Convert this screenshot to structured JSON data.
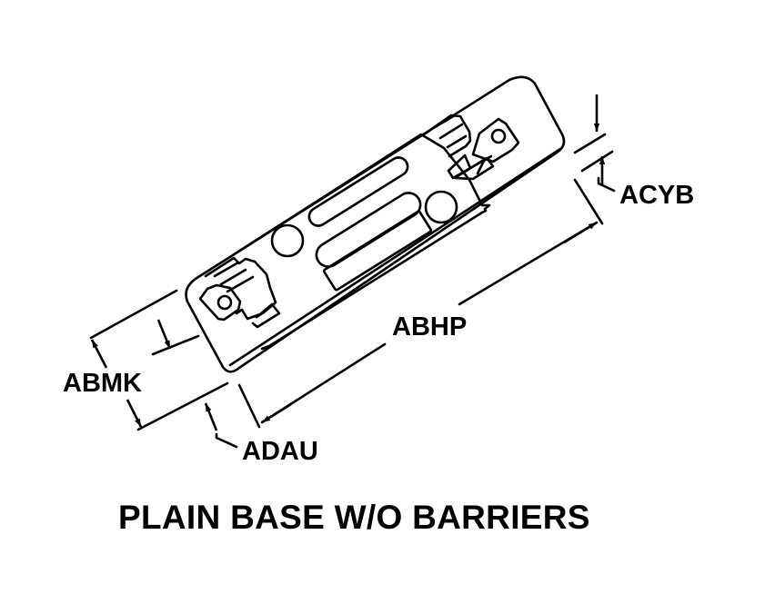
{
  "diagram": {
    "colors": {
      "ink": "#000000",
      "paper": "#ffffff"
    },
    "labels": {
      "acyb": "ACYB",
      "abhp": "ABHP",
      "abmk": "ABMK",
      "adau": "ADAU"
    },
    "caption": "PLAIN BASE W/O BARRIERS"
  }
}
